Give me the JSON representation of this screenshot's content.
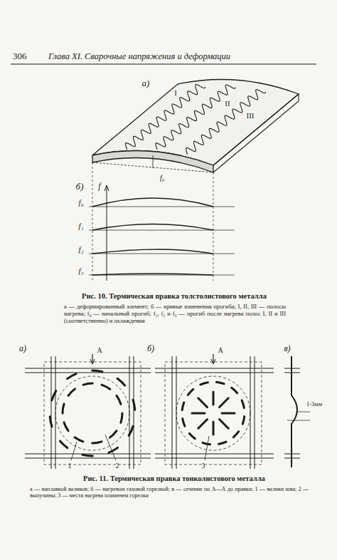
{
  "diagram": {
    "labels": [
      "306",
      "Глава XI. Сварочные напряжения и деформации",
      "а)",
      "I",
      "II",
      "III",
      "f₀",
      "б)",
      "f",
      "f₀",
      "f₁",
      "f₂",
      "f₃",
      "Рис. 10. Термическая правка толстолистового металла",
      "а — деформированный элемент; б — кривые изменения прогиба; I, II, III — полосы нагрева; f₀ — начальный прогиб; f₁, f₂ и f₃ — прогиб после нагрева полос I, II и III (соответственно) и охлаждения",
      "а)",
      "A",
      "1",
      "2",
      "б)",
      "A",
      "3",
      "в)",
      "1-3мм",
      "Рис. 11. Термическая правка тонколистового металла",
      "а — наплавкой валиков; б — нагревом газовой горелкой; в — сечение по А—А до правки; 1 — валики шва; 2 — выпучины; 3 — места нагрева пламенем горелки"
    ]
  }
}
